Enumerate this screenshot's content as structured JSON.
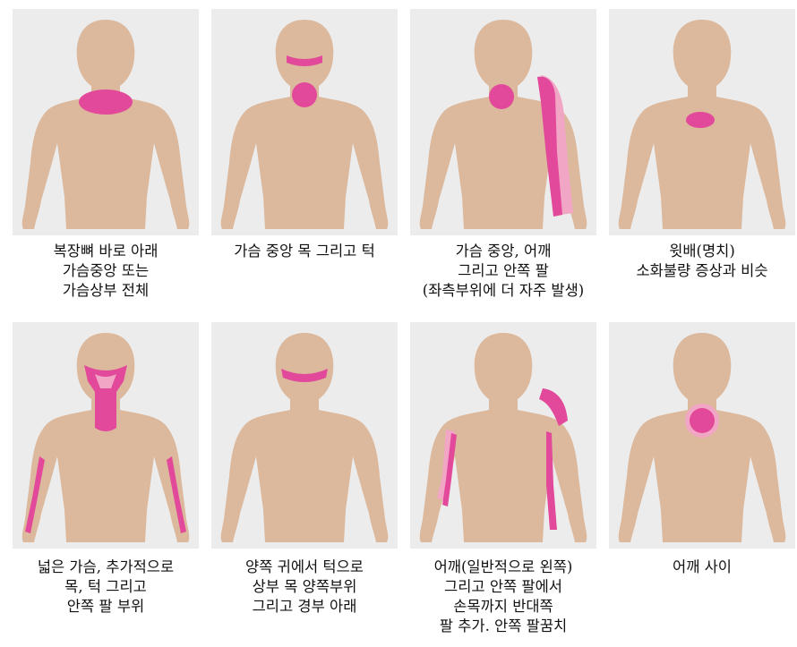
{
  "colors": {
    "skin": "#dcb89c",
    "pain": "#e2499a",
    "pain_light": "#f2a6c6",
    "panel_bg": "#ececec"
  },
  "figures": [
    {
      "region": "below-sternum-chest",
      "caption": [
        "복장뼈 바로 아래",
        "가슴중앙 또는",
        "가슴상부 전체"
      ]
    },
    {
      "region": "center-chest-neck-jaw",
      "caption": [
        "가슴 중앙 목 그리고 턱"
      ]
    },
    {
      "region": "center-chest-shoulder-inner-arm",
      "caption": [
        "가슴 중앙, 어깨",
        "그리고 안쪽 팔",
        "(좌측부위에 더 자주 발생)"
      ]
    },
    {
      "region": "upper-abdomen",
      "caption": [
        "윗배(명치)",
        "소화불량 증상과 비슷"
      ]
    },
    {
      "region": "wide-chest-neck-jaw-inner-arms",
      "caption": [
        "넓은 가슴, 추가적으로",
        "목, 턱 그리고",
        "안쪽 팔 부위"
      ]
    },
    {
      "region": "ears-to-jaw-neck",
      "caption": [
        "양쪽 귀에서 턱으로",
        "상부 목 양쪽부위",
        "그리고 경부 아래"
      ]
    },
    {
      "region": "shoulder-inner-arms",
      "caption": [
        "어깨(일반적으로 왼쪽)",
        "그리고 안쪽 팔에서",
        "손목까지 반대쪽",
        "팔 추가. 안쪽 팔꿈치"
      ]
    },
    {
      "region": "between-shoulder-blades",
      "caption": [
        "어깨 사이"
      ]
    }
  ]
}
